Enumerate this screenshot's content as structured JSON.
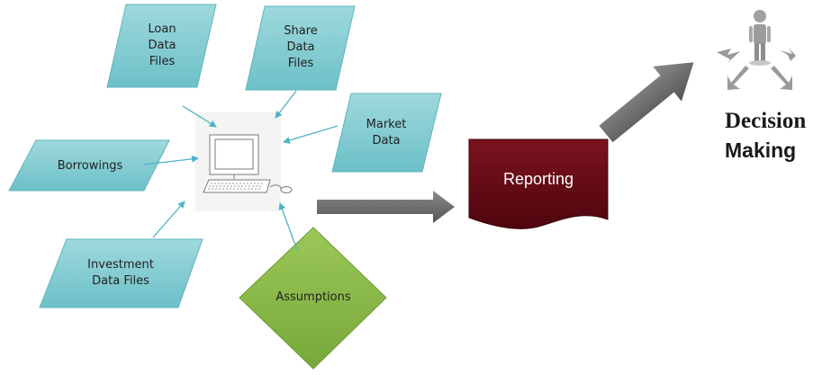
{
  "nodes": {
    "loan": [
      "Loan",
      "Data",
      "Files"
    ],
    "share": [
      "Share",
      "Data",
      "Files"
    ],
    "market": [
      "Market",
      "Data"
    ],
    "borrowings": "Borrowings",
    "investment": [
      "Investment",
      "Data Files"
    ],
    "assumptions": "Assumptions",
    "reporting": "Reporting"
  },
  "decision": [
    "Decision",
    "Making"
  ],
  "colors": {
    "data_shape": "#7ecdd3",
    "data_shape_edge": "#5fb5bb",
    "assumptions_fill": "#8bba45",
    "reporting_fill": "#6b0a14",
    "connector": "#4fb3c4",
    "block_arrow": "#6a6a6a"
  }
}
